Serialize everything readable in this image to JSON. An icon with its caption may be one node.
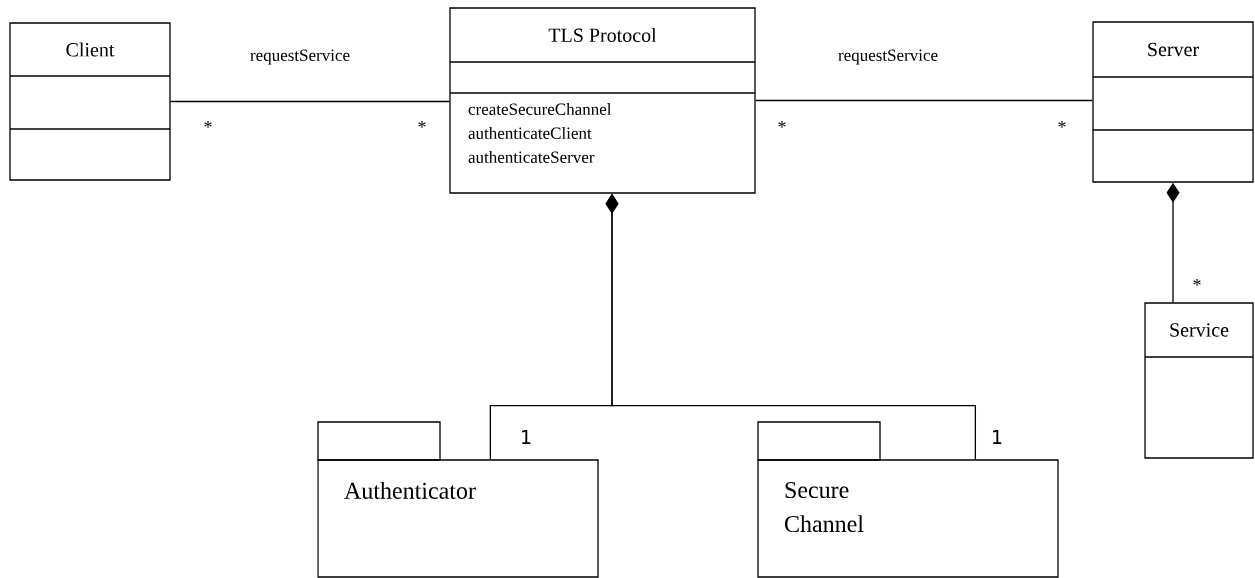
{
  "diagram": {
    "nodes": [
      {
        "text": [
          "Client"
        ]
      },
      {
        "text": [
          "TLS Protocol",
          "createSecureChannel",
          "authenticateClient",
          "authenticateServer"
        ]
      },
      {
        "text": [
          "Server"
        ]
      },
      {
        "text": [
          "Service"
        ]
      },
      {
        "text": [
          "Authenticator"
        ]
      },
      {
        "text": [
          "Secure Channel"
        ]
      }
    ],
    "edges": [
      {
        "from": 0,
        "to": 1,
        "arrow": "none",
        "label": "requestService"
      },
      {
        "from": 1,
        "to": 2,
        "arrow": "none",
        "label": "requestService"
      },
      {
        "from": 1,
        "to": 4,
        "arrow": "other"
      },
      {
        "from": 1,
        "to": 5,
        "arrow": "other"
      },
      {
        "from": 2,
        "to": 3,
        "arrow": "other"
      }
    ],
    "labels": [
      "*",
      "*",
      "*",
      "*",
      "*",
      "1",
      "1"
    ]
  }
}
